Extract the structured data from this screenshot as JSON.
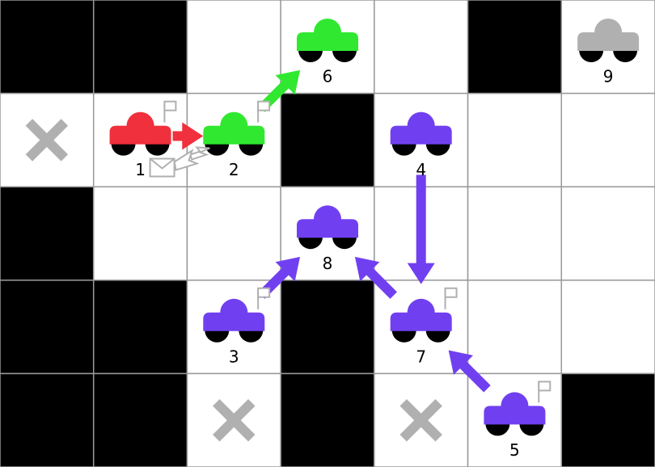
{
  "grid": {
    "rows": 5,
    "cols": 7,
    "walls": [
      [
        0,
        0
      ],
      [
        0,
        1
      ],
      [
        0,
        5
      ],
      [
        2,
        0
      ],
      [
        3,
        0
      ],
      [
        3,
        1
      ],
      [
        3,
        3
      ],
      [
        4,
        0
      ],
      [
        4,
        1
      ],
      [
        4,
        3
      ],
      [
        4,
        6
      ],
      [
        1,
        3
      ]
    ],
    "x_marks": [
      [
        1,
        0
      ],
      [
        4,
        2
      ],
      [
        4,
        4
      ]
    ]
  },
  "colors": {
    "red": "#f0303c",
    "green": "#30e830",
    "purple": "#7040f0",
    "gray": "#b0b0b0",
    "wall": "#000000",
    "grid_line": "#999999"
  },
  "robots": [
    {
      "id": "1",
      "row": 1,
      "col": 1,
      "color": "red",
      "flag": true
    },
    {
      "id": "2",
      "row": 1,
      "col": 2,
      "color": "green",
      "flag": true
    },
    {
      "id": "3",
      "row": 3,
      "col": 2,
      "color": "purple",
      "flag": true
    },
    {
      "id": "4",
      "row": 1,
      "col": 4,
      "color": "purple",
      "flag": false
    },
    {
      "id": "5",
      "row": 4,
      "col": 5,
      "color": "purple",
      "flag": true
    },
    {
      "id": "6",
      "row": 0,
      "col": 3,
      "color": "green",
      "flag": false
    },
    {
      "id": "7",
      "row": 3,
      "col": 4,
      "color": "purple",
      "flag": true
    },
    {
      "id": "8",
      "row": 2,
      "col": 3,
      "color": "purple",
      "flag": false
    },
    {
      "id": "9",
      "row": 0,
      "col": 6,
      "color": "gray",
      "flag": false
    }
  ],
  "arrows": [
    {
      "from": "1",
      "to": "2",
      "color": "red"
    },
    {
      "from": "2",
      "to": "6",
      "color": "green"
    },
    {
      "from": "4",
      "to": "7",
      "color": "purple"
    },
    {
      "from": "7",
      "to": "8",
      "color": "purple"
    },
    {
      "from": "3",
      "to": "8",
      "color": "purple"
    },
    {
      "from": "5",
      "to": "7",
      "color": "purple"
    }
  ],
  "message": {
    "from": "2",
    "to": "1",
    "icon": "envelope-icon"
  }
}
